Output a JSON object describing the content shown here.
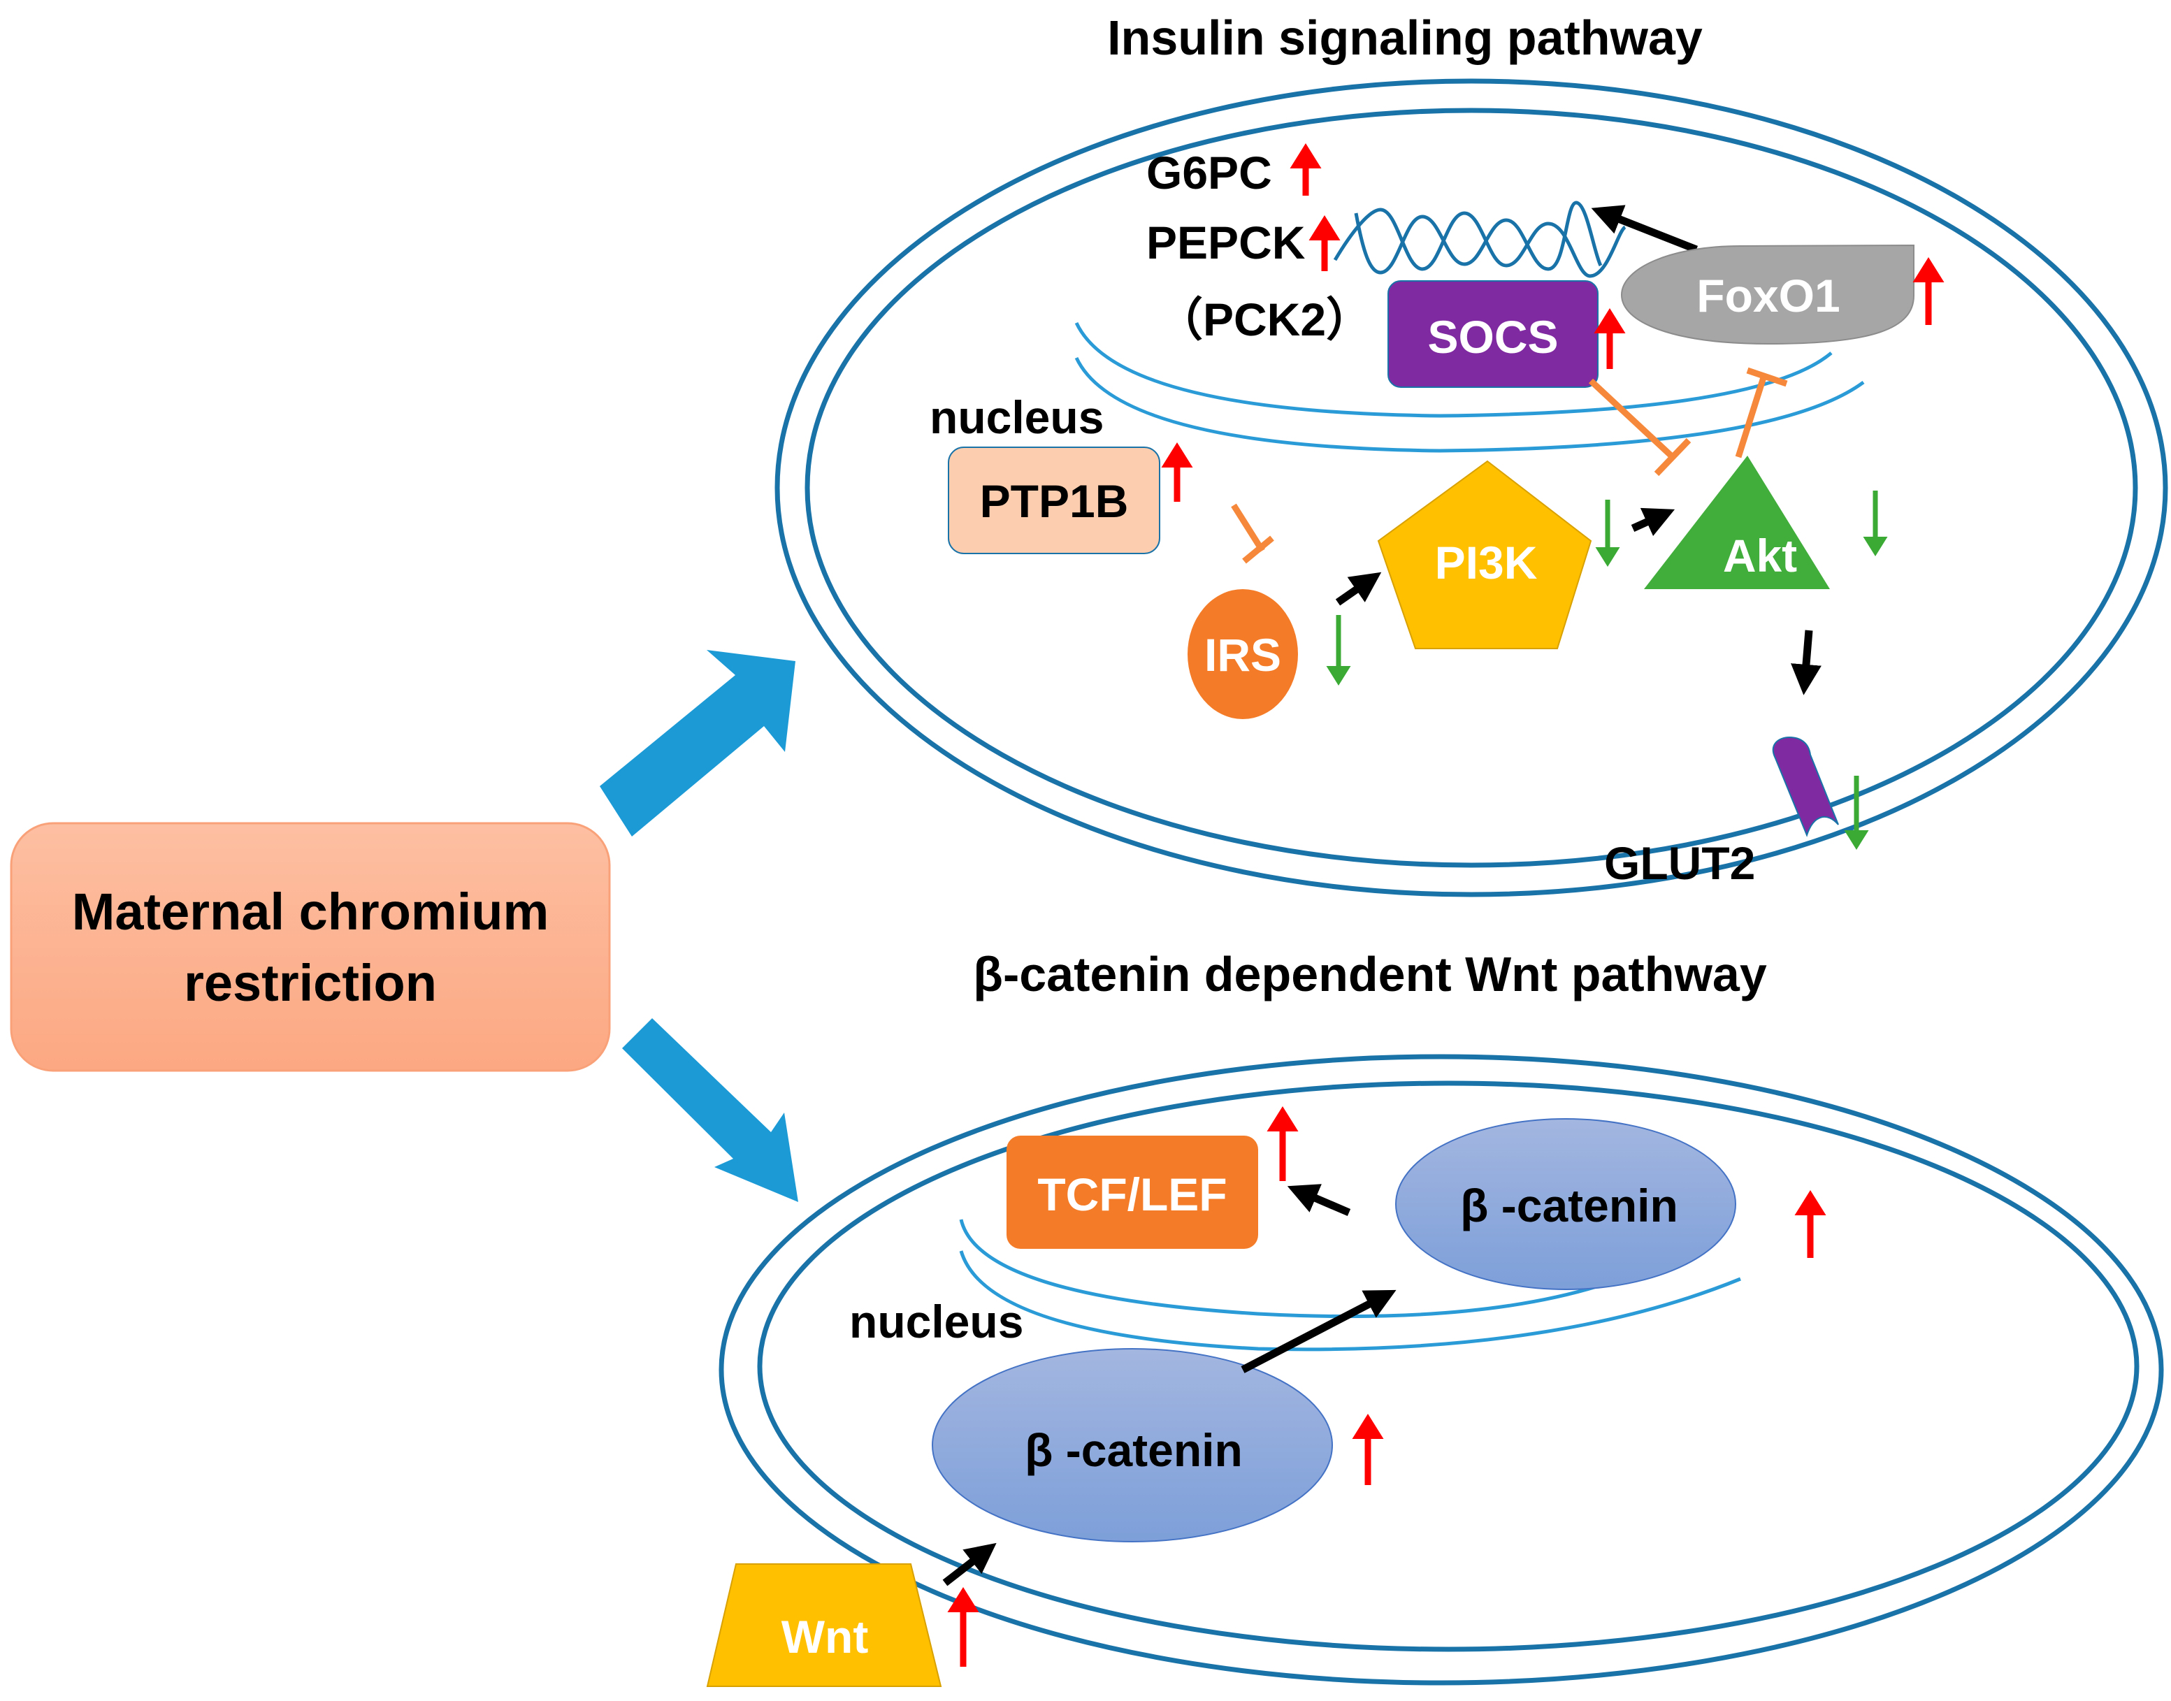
{
  "diagram": {
    "source_box": {
      "line1": "Maternal chromium",
      "line2": "restriction",
      "color": "#fcb290"
    },
    "insulin_panel": {
      "title": "Insulin signaling pathway",
      "nucleus_label": "nucleus",
      "genes": {
        "g6pc": "G6PC",
        "pepck": "PEPCK",
        "pck2": "（PCK2）"
      },
      "nodes": {
        "socs": "SOCS",
        "foxo1": "FoxO1",
        "ptp1b": "PTP1B",
        "irs": "IRS",
        "pi3k": "PI3K",
        "akt": "Akt",
        "glut2": "GLUT2"
      },
      "regulation": {
        "G6PC": "up",
        "PEPCK": "up",
        "SOCS": "up",
        "FoxO1": "up",
        "PTP1B": "up",
        "IRS": "down",
        "PI3K": "down",
        "Akt": "down",
        "GLUT2": "down"
      },
      "colors": {
        "socs": "#7f2aa0",
        "foxo1": "#a6a6a6",
        "ptp1b": "#fdcdaf",
        "irs": "#f47c28",
        "pi3k": "#ffc000",
        "akt": "#41ad3b",
        "glut2": "#7f2aa0"
      }
    },
    "wnt_panel": {
      "title": "β-catenin dependent Wnt pathway",
      "nucleus_label": "nucleus",
      "nodes": {
        "tcf_lef": "TCF/LEF",
        "beta_catenin_nuclear": "β -catenin",
        "beta_catenin_cytoplasm": "β -catenin",
        "wnt": "Wnt"
      },
      "regulation": {
        "TCF/LEF": "up",
        "β-catenin (nuclear)": "up",
        "β-catenin (cytoplasmic)": "up",
        "Wnt": "up"
      },
      "colors": {
        "tcf_lef": "#f47c28",
        "beta_catenin": "#8eaadb",
        "wnt": "#ffc000"
      }
    },
    "legend_colors": {
      "upregulated": "#ff0000",
      "downregulated": "#3aaa35",
      "inhibition": "#f5883a",
      "activation": "#000000",
      "pathway_arrow": "#1b9ad6"
    }
  }
}
